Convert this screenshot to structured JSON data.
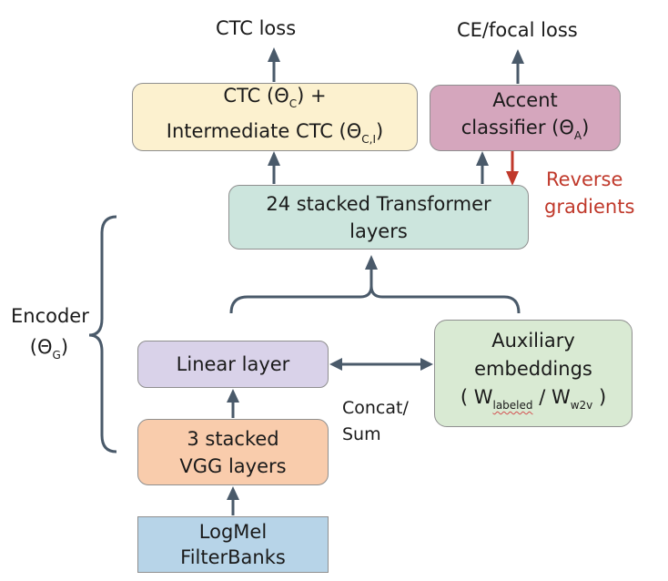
{
  "outputs": {
    "ctc_loss": "CTC loss",
    "ce_loss": "CE/focal loss"
  },
  "ctc_box": {
    "line1_prefix": "CTC (Θ",
    "line1_sub": "C",
    "line1_suffix": ") +",
    "line2_prefix": "Intermediate CTC (Θ",
    "line2_sub": "C,I",
    "line2_suffix": ")"
  },
  "accent_box": {
    "line1": "Accent",
    "line2_prefix": "classifier (Θ",
    "line2_sub": "A",
    "line2_suffix": ")"
  },
  "reverse_gradients": {
    "line1": "Reverse",
    "line2": "gradients"
  },
  "transformer_box": {
    "line1": "24 stacked Transformer",
    "line2": "layers"
  },
  "encoder": {
    "line1": "Encoder",
    "line2_prefix": "(Θ",
    "line2_sub": "G",
    "line2_suffix": ")"
  },
  "linear_box": {
    "label": "Linear layer"
  },
  "aux_box": {
    "line1": "Auxiliary",
    "line2": "embeddings",
    "line3_prefix": "( W",
    "line3_sub1": "labeled",
    "line3_mid": " / W",
    "line3_sub2": "w2v",
    "line3_suffix": " )"
  },
  "concat": {
    "line1": "Concat/",
    "line2": "Sum"
  },
  "vgg_box": {
    "line1": "3 stacked",
    "line2": "VGG layers"
  },
  "logmel_box": {
    "line1": "LogMel",
    "line2": "FilterBanks"
  },
  "colors": {
    "ctc_fill": "#fcf1cf",
    "accent_fill": "#d5a6bd",
    "transformer_fill": "#cce5dd",
    "linear_fill": "#d9d2e9",
    "aux_fill": "#d9ead3",
    "vgg_fill": "#f9ccac",
    "logmel_fill": "#b7d4e8",
    "arrow": "#4a5a6a",
    "red": "#c0392b"
  }
}
